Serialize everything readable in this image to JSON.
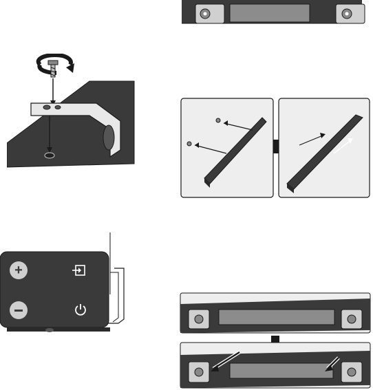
{
  "page": {
    "background": "#ffffff"
  },
  "figures": [
    {
      "id": "bar-with-brackets-top",
      "icon": "soundbar-brackets-illustration"
    },
    {
      "id": "screw-bracket",
      "icon": "screw-rotate-illustration"
    },
    {
      "id": "wall-mount-slide",
      "icon": "wall-mount-steps-illustration"
    },
    {
      "id": "control-panel",
      "icon": "control-panel-illustration",
      "buttons": [
        {
          "name": "volume-up",
          "icon": "plus-icon"
        },
        {
          "name": "source",
          "icon": "input-source-icon"
        },
        {
          "name": "volume-down",
          "icon": "minus-icon"
        },
        {
          "name": "power",
          "icon": "power-icon"
        }
      ]
    },
    {
      "id": "bracket-slide-steps",
      "icon": "bracket-align-illustration"
    }
  ],
  "colors": {
    "dark": "#3a3a3a",
    "mid": "#8c8c8c",
    "light": "#d9d9d9",
    "panel_bg": "#eeeeee",
    "outline": "#1a1a1a"
  }
}
